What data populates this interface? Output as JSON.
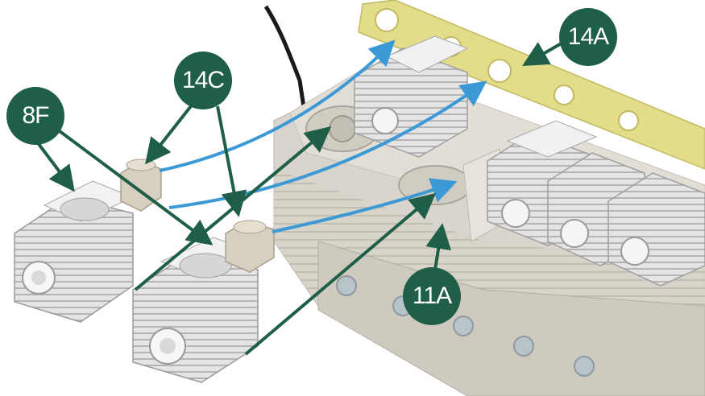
{
  "callouts": {
    "part_8f": "8F",
    "part_14c": "14C",
    "part_14a": "14A",
    "part_11a": "11A"
  },
  "colors": {
    "callout_fill": "#1f5e47",
    "leader_arrow": "#1f5e47",
    "assembly_arrow": "#3b9ad6",
    "gasket": "#e3dc8a",
    "engine_body": "#d9d5cc",
    "cylinder": "#e9e9e9"
  },
  "icons": [
    "cylinder-head-shape",
    "spark-plug-shape",
    "gasket-shape",
    "engine-block-shape",
    "black-cable-shape"
  ]
}
